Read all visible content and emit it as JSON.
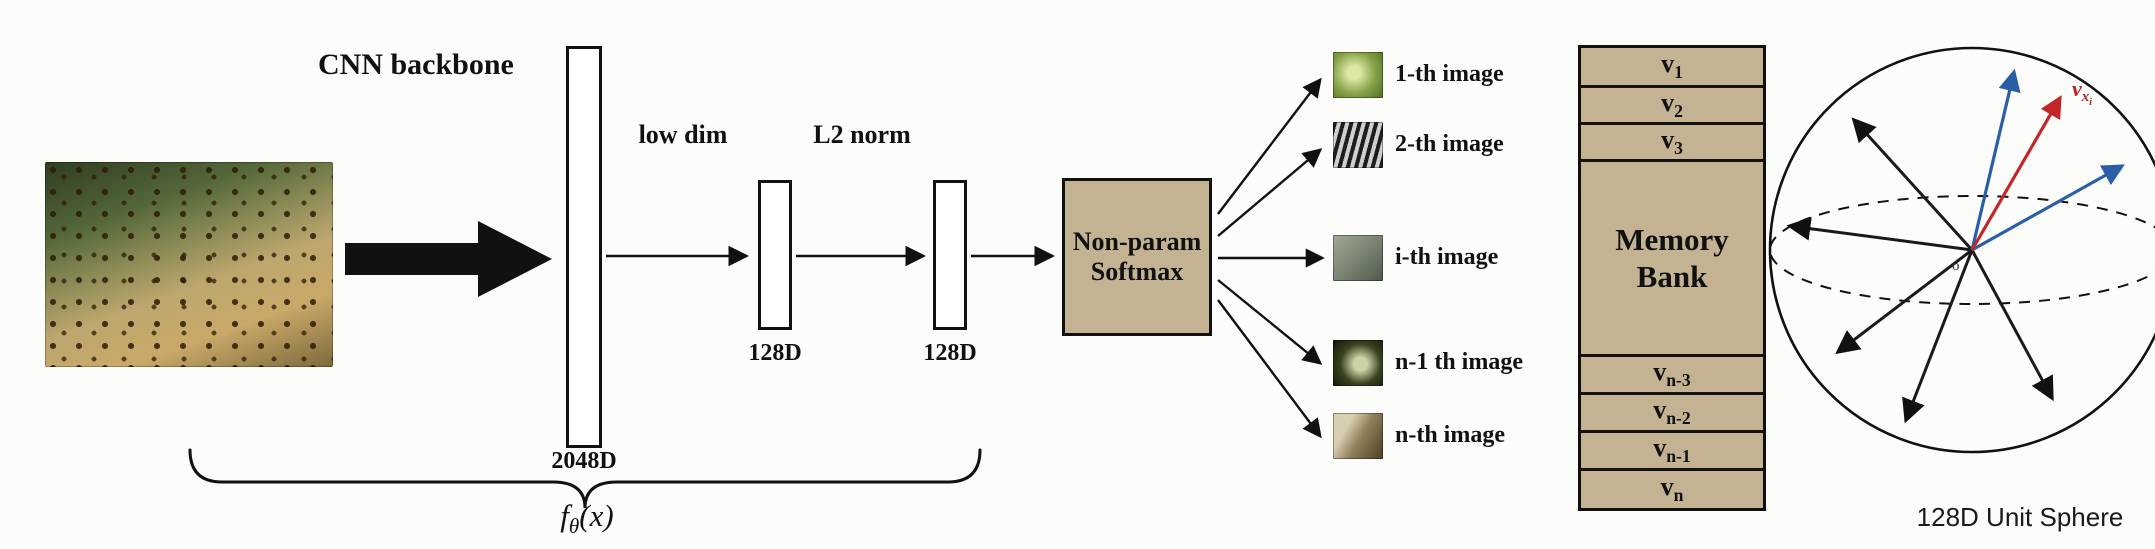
{
  "pipeline": {
    "cnn_backbone_label": "CNN backbone",
    "backbone_dim": "2048D",
    "low_dim_label": "low dim",
    "l2_norm_label": "L2 norm",
    "embed_dim_1": "128D",
    "embed_dim_2": "128D",
    "softmax_line1": "Non-param",
    "softmax_line2": "Softmax",
    "f_theta": {
      "f": "f",
      "sub": "θ",
      "args": "(x)"
    }
  },
  "instances": [
    {
      "label": "1-th image"
    },
    {
      "label": "2-th image"
    },
    {
      "label": "i-th image"
    },
    {
      "label": "n-1 th image"
    },
    {
      "label": "n-th image"
    }
  ],
  "memory_bank": {
    "title_line1": "Memory",
    "title_line2": "Bank",
    "rows_top": [
      {
        "base": "v",
        "sub": "1"
      },
      {
        "base": "v",
        "sub": "2"
      },
      {
        "base": "v",
        "sub": "3"
      }
    ],
    "rows_bottom": [
      {
        "base": "v",
        "sub": "n-3"
      },
      {
        "base": "v",
        "sub": "n-2"
      },
      {
        "base": "v",
        "sub": "n-1"
      },
      {
        "base": "v",
        "sub": "n"
      }
    ]
  },
  "sphere": {
    "caption": "128D Unit Sphere",
    "vector_label": {
      "base": "v",
      "sub": "x",
      "subsub": "i"
    },
    "origin_label": "o",
    "colors": {
      "highlight": "#c22626",
      "secondary": "#2a5fa8",
      "default": "#1a1a1a"
    }
  },
  "colors": {
    "box_fill": "#c4b393",
    "box_border": "#111111",
    "background": "#fcfcfa"
  }
}
